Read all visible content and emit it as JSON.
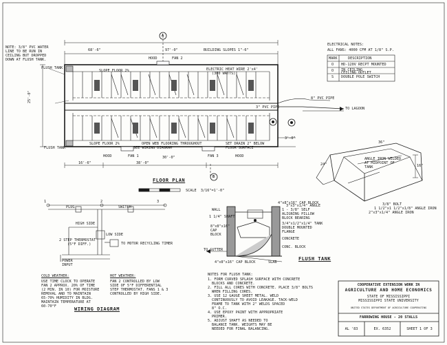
{
  "notes": {
    "water_note": [
      "NOTE: 3/8\" PVC WATER",
      "LINE TO BE RUN IN",
      "CEILING BUT DROPPED",
      "DOWN AT FLUSH TANK."
    ],
    "flush_tank_top": "FLUSH TANK",
    "flush_tank_bottom": "FLUSH TANK"
  },
  "floor_plan": {
    "title": "FLOOR PLAN",
    "scale": "SCALE  3/16\"=1'-0\"",
    "dim_overall": "97'-0\"",
    "dim_left": "68'-6\"",
    "dim_building": "BUILDING SLOPES 1\"-6\"",
    "dim_width": "25'-0\"",
    "dim_16": "16'-6\"",
    "dim_38": "38'-0\"",
    "dim_30": "30'-0\"",
    "hood_top": "HOOD",
    "fan_top": "FAN 2",
    "slope_top": "SLOPE FLOOR 2%",
    "heater": [
      "ELECTRIC HEAT WIRE 2'x4'",
      "(300 WATTS)"
    ],
    "pvc_pipe_inner": "3\" PVC PIPE",
    "pvc_pipe_outer": "8\" PVC PIPE",
    "to_lagoon": "TO LAGOON",
    "slope_bottom": "SLOPE FLOOR 2%",
    "open_web": "OPEN WEB FLOORING THROUGHOUT",
    "see_wiring": "SEE WIRING DIAGRAM",
    "set_drain": [
      "SET DRAIN 2\" BELOW",
      "FLOOR SURFACE"
    ],
    "hood_b1": "HOOD",
    "fan_1": "FAN 1",
    "fan_3": "FAN 3",
    "hood_b2": "HOOD",
    "dim_right": "3'-0\"",
    "section_a": "A",
    "section_b": "B"
  },
  "electrical": {
    "heading": "ELECTRICAL NOTES:",
    "fans": "ALL FANS: 4000 CFM AT 1/8\" S.P.",
    "col_mark": "MARK",
    "col_desc": "DESCRIPTION",
    "rows": [
      {
        "mark": "O",
        "desc": "HD-120V RECPT MOUNTED"
      },
      {
        "mark": "",
        "desc": "IN CEILING"
      },
      {
        "mark": "O",
        "desc": "CEILING OUTLET"
      },
      {
        "mark": "S",
        "desc": "DOUBLE POLE SWITCH"
      }
    ]
  },
  "flush_tank": {
    "title": "FLUSH TANK",
    "dim_top": "36\"",
    "dim_side": "24\"",
    "dim_right": "16\"",
    "angle_note": [
      "ANGLE IRON WELDED",
      "AT MIDPOINT OF",
      "TANK"
    ],
    "bolt": "3/8\" BOLT",
    "angle1": "1 1/2\"x1 1/2\"x1/8\" ANGLE IRON",
    "angle2": "2\"x3\"x1/4\" ANGLE IRON",
    "cap_block_top": "4\"x8\"x16\" CAP BLOCK",
    "wall": "WALL",
    "shaft": "1 1/4\" SHAFT",
    "pillow": [
      "1 - 3/8\" SELF",
      "ALIGNING PILLOW",
      "BLOCK BEARING"
    ],
    "angle3": "3\"x3\"x1/4\" ANGLE",
    "tank_desc": [
      "3/4\"x1/2\"x1/4\" TANK",
      "DOUBLE MOUNTED",
      "FLANGE"
    ],
    "concrete": "CONCRETE",
    "block_left": [
      "8\"x8\"x16\"",
      "CAP",
      "BLOCK"
    ],
    "conc_block": "CONC. BLOCK",
    "to_gutter": "TO GUTTER",
    "cap_block_bottom": "4\"x8\"x16\" CAP BLOCK",
    "slab": "SLAB"
  },
  "wiring": {
    "title": "WIRING DIAGRAM",
    "plug": "PLUG",
    "switch": "SWITCH",
    "high_side": "HIGH SIDE",
    "low_side": "LOW SIDE",
    "thermostat": [
      "2 STEP THERMOSTAT",
      "(5°F DIFF.)"
    ],
    "recycling": "TO MOTOR RECYCLING TIMER",
    "power": [
      "POWER",
      "INPUT"
    ],
    "fan_labels": [
      "1",
      "2",
      "3"
    ]
  },
  "weather": {
    "cold_head": "COLD WEATHER:",
    "cold_body": [
      "USE TIME CLOCK TO OPERATE",
      "FAN 2 APPROX. 20% OF TIME",
      "(2 MIN. IN 10) FOR MOISTURE",
      "REMOVAL AND TO MAINTAIN",
      "65-70% HUMIDITY IN BLDG.",
      "MAINTAIN TEMPERATURE AT",
      "60-70°F"
    ],
    "hot_head": "HOT WEATHER:",
    "hot_body": [
      "FAN 2 CONTROLLED BY LOW",
      "SIDE OF 5°F DIFFERENTIAL",
      "STEP THERMOSTAT. FANS 1 & 3",
      "CONTROLLED BY HIGH SIDE."
    ]
  },
  "flush_notes": {
    "head": "NOTES FOR FLUSH TANK:",
    "body": [
      "1. FORM CURVED SPLASH SURFACE WITH CONCRETE",
      "BLOCKS AND CONCRETE.",
      "2. FILL ALL CORES WITH CONCRETE. PLACE 3/8\" BOLTS",
      "WHEN FILLING CORES.",
      "3. USE 12 GAUGE SHEET METAL. WELD",
      "CONTINUOUSLY TO AVOID LEAKAGE. TACK-WELD",
      "FRAME TO TANK WITH 2\" WELDS SPACED",
      "8\" O.C.",
      "4. USE EPOXY PAINT WITH APPROPRIATE",
      "PRIMER.",
      "5. ADJUST SHAFT AS NEEDED TO",
      "BALANCE TANK. WEIGHTS MAY BE",
      "NEEDED FOR FINAL BALANCING."
    ]
  },
  "title_block": {
    "line1": "COOPERATIVE EXTENSION WORK IN",
    "line2": "AGRICULTURE AND HOME ECONOMICS",
    "line3": "STATE OF MISSISSIPPI",
    "line4": "MISSISSIPPI STATE UNIVERSITY",
    "line5": "UNITED STATES DEPARTMENT OF AGRICULTURE COOPERATING",
    "project": "FARROWING HOUSE - 20 STALLS",
    "date": "AL '83",
    "ex": "EX. 6352",
    "sheet": "SHEET 1 OF 3"
  }
}
